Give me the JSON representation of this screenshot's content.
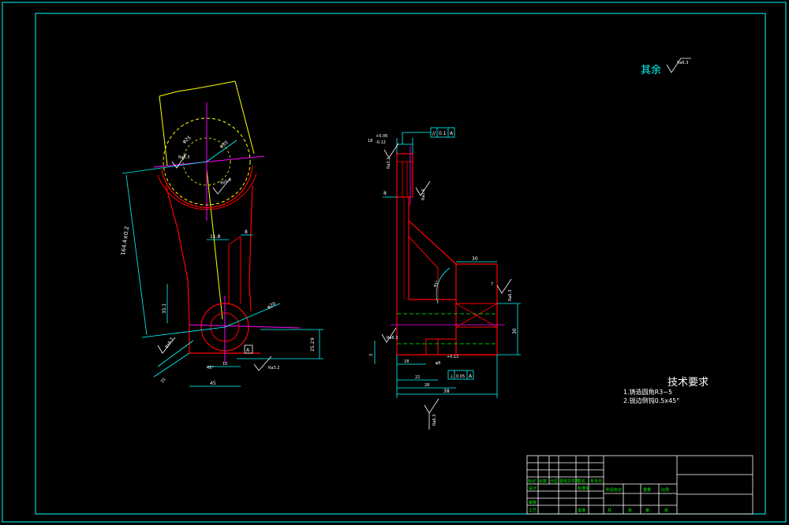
{
  "drawing": {
    "colors": {
      "frame": "#00ffff",
      "part": "#ff0000",
      "center": "#ff00ff",
      "dim": "#00ffff",
      "yellow": "#ffff00",
      "hidden": "#00ff00",
      "white": "#ffffff",
      "title_block": "#00ff00"
    },
    "roughness_label": "其余",
    "roughness_value": "Ra6.3",
    "technical_requirements": {
      "title": "技术要求",
      "items": [
        "1.铸造圆角R3~5",
        "2.锐边倒钝0.5x45°"
      ]
    },
    "front_view_dims": {
      "diag_length": "164.4±0.2",
      "phi_top": "φ35",
      "phi_bore": "φ25",
      "ra_top": "Ra6.3",
      "ra_mid": "Ra1.6",
      "w_neck": "11.8",
      "w_rib": "8",
      "h_lower": "35.1",
      "phi_bottom": "φ20",
      "angle_bottom": "45°",
      "w_base": "45",
      "ra_base": "Ra3.2",
      "ra_left": "Ra6.3",
      "tol_box": "A",
      "h_right": "9",
      "h_right2": "25.2",
      "w_small": "10",
      "w_small2": "25"
    },
    "side_view_dims": {
      "tol_frame": [
        "//",
        "0.1",
        "A"
      ],
      "tol_top": "+0.06",
      "tol_bot": "-0.12",
      "dim_top": "18",
      "ra_top": "Ra3.2",
      "ra_right": "Ra1.6",
      "h_gap": "8",
      "w_box": "30",
      "angle": "45°",
      "dim_t": "7",
      "ra_box": "Ra6.3",
      "h_box": "30",
      "ra_left": "Ra6.3",
      "h_left": "3",
      "w_b1": "18",
      "w_b2": "22",
      "w_b3": "28",
      "w_total": "38",
      "tol_bottom": [
        "⊥",
        "0.05",
        "A"
      ],
      "tol_small": "+0.12",
      "phi_small": "φ8",
      "ra_bottom": "Ra6.3"
    },
    "title_block": {
      "row_a": [
        "标记",
        "处数",
        "分区",
        "更改文件号",
        "签名",
        "年月日"
      ],
      "row_b": [
        "设计",
        "",
        "标准化",
        ""
      ],
      "row_c": [
        "审核",
        ""
      ],
      "row_d": [
        "工艺",
        "",
        "批准",
        ""
      ],
      "stage": [
        "阶段标记",
        "重量",
        "比例"
      ],
      "bottom": [
        "共",
        "张",
        "第",
        "张"
      ]
    }
  }
}
